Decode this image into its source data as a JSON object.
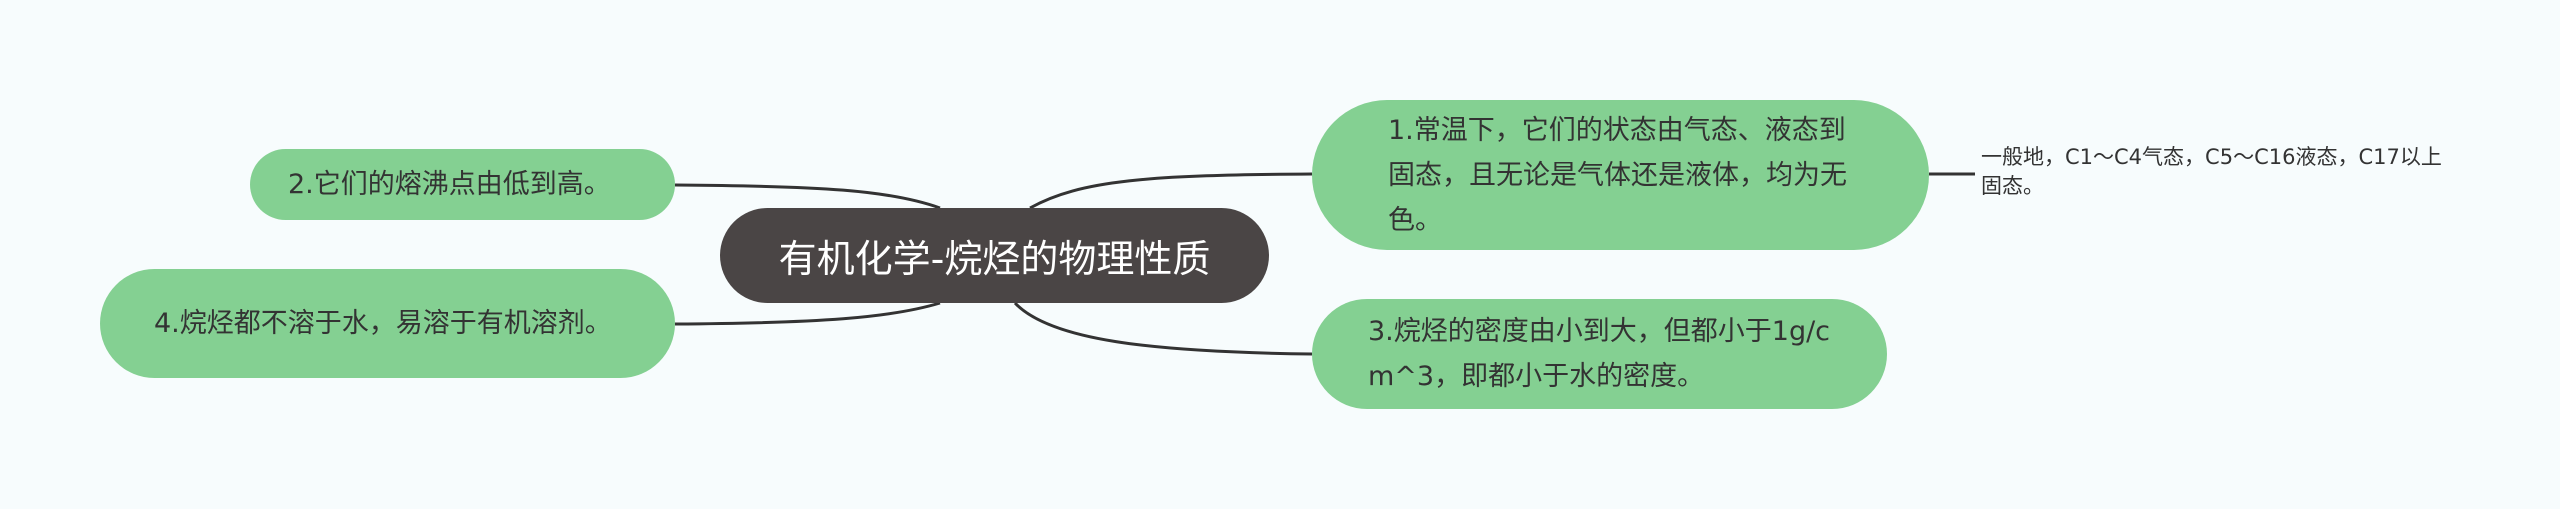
{
  "center": {
    "label": "有机化学-烷烃的物理性质"
  },
  "topics": [
    {
      "label": "1.常温下，它们的状态由气态、液态到固态，且无论是气体还是液体，均为无色。"
    },
    {
      "label": "2.它们的熔沸点由低到高。"
    },
    {
      "label": "3.烷烃的密度由小到大，但都小于1g/cm^3，即都小于水的密度。"
    },
    {
      "label": "4.烷烃都不溶于水，易溶于有机溶剂。"
    }
  ],
  "details": [
    {
      "label": "一般地，C1～C4气态，C5～C16液态，C17以上固态。"
    }
  ],
  "colors": {
    "background": "#f7fcfd",
    "center_fill": "#4a4545",
    "topic_fill": "#84d092",
    "link": "#333333"
  }
}
